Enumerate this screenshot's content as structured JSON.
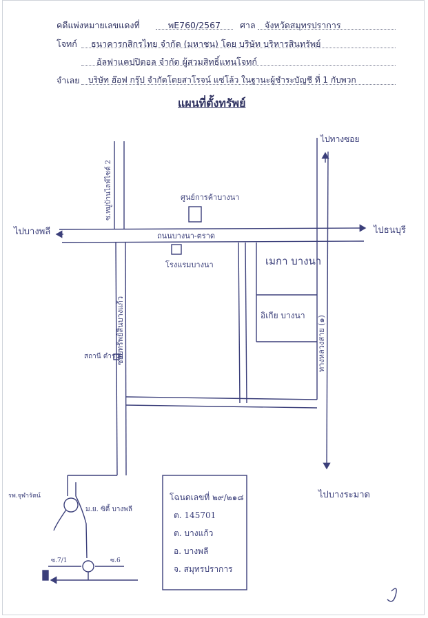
{
  "header": {
    "case_label": "คดีแพ่งหมายเลขแดงที่",
    "case_no": "พE760/2567",
    "court_label": "ศาล",
    "court": "จังหวัดสมุทรปราการ",
    "plaintiff_label": "โจทก์",
    "plaintiff_line1": "ธนาคารกสิกรไทย จำกัด (มหาชน) โดย บริษัท บริหารสินทรัพย์",
    "plaintiff_line2": "อัลฟาแคปปิตอล จำกัด  ผู้สวมสิทธิ์แทนโจทก์",
    "defendant_label": "จำเลย",
    "defendant": "บริษัท ฮ๊อฟ กรุ๊ป จำกัดโดยสาโรจน์ แซ่โล้ว ในฐานะผู้ชำระบัญชี ที่ 1 กับพวก"
  },
  "title": "แผนที่ตั้งทรัพย์",
  "map": {
    "to_north": "ไปทางซอย",
    "to_west": "ไปบางพลี",
    "to_east": "ไปธนบุรี",
    "to_south": "ไปบางระมาด",
    "main_road": "ถนนบางนา-ตราด",
    "soi_left_top": "ซ.หมู่บ้านไลฟ์ไซด์ 2",
    "soi_left": "ซอยทรัพย์สินบางแก้ว",
    "soi_right": "ทางหลวงสาย (๑)",
    "landmark_north": "ศูนย์การค้าบางนา",
    "landmark_south": "โรงแรมบางนา",
    "property_block": "เมกา บางนา",
    "property_sub": "อิเกีย บางนา",
    "police_box": "สถานี ตำรวจ",
    "circle_left": "รพ.จุฬารัตน์",
    "circle_right": "ม.ย. ซิตี้ บางพลี",
    "junction_left": "ซ.7/1",
    "junction_right": "ซ.6"
  },
  "info_box": {
    "line1": "โฉนดเลขที่ ๒๙/๒๑๘",
    "line2": "ต. 145701",
    "line3": "ต. บางแก้ว",
    "line4": "อ. บางพลี",
    "line5": "จ. สมุทรปราการ"
  },
  "signature_mark": "ๆ"
}
